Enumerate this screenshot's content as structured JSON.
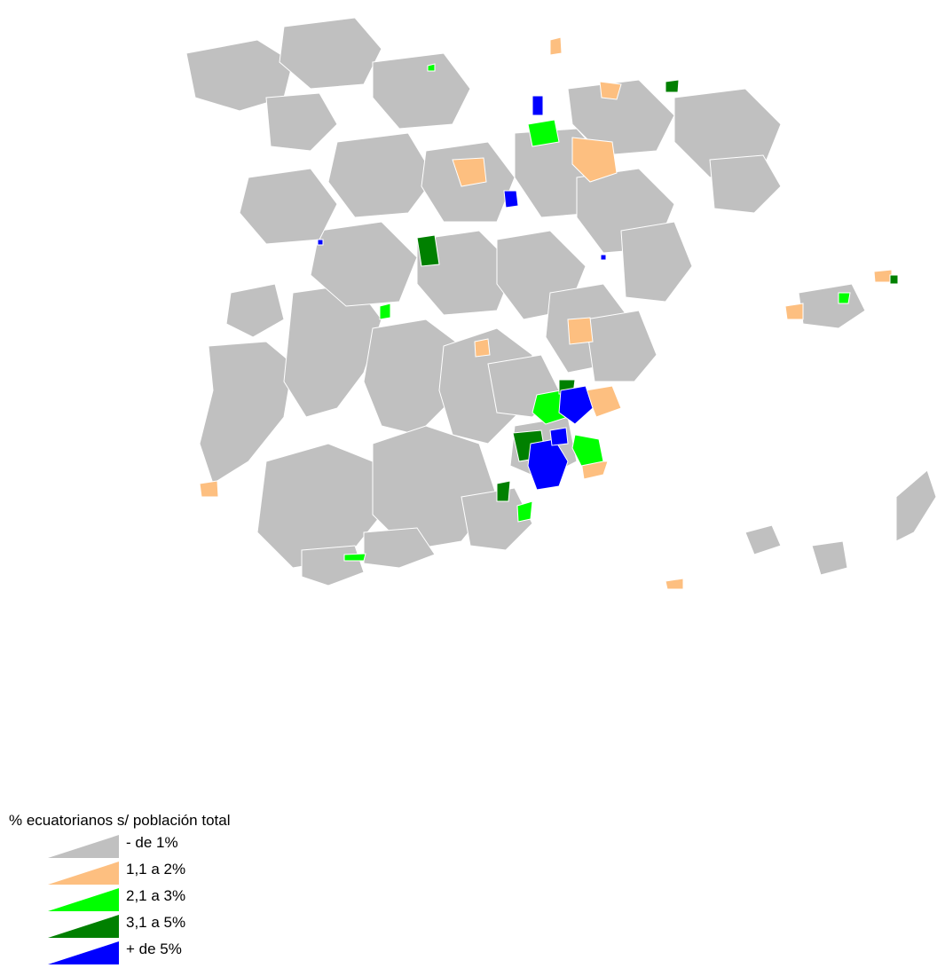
{
  "legend": {
    "title": "% ecuatorianos s/ población total",
    "items": [
      {
        "label": "- de 1%",
        "color": "#c0c0c0"
      },
      {
        "label": "1,1 a 2%",
        "color": "#fdbf80"
      },
      {
        "label": "2,1 a 3%",
        "color": "#00ff00"
      },
      {
        "label": "3,1 a 5%",
        "color": "#008000"
      },
      {
        "label": "+ de 5%",
        "color": "#0000ff"
      }
    ]
  }
}
